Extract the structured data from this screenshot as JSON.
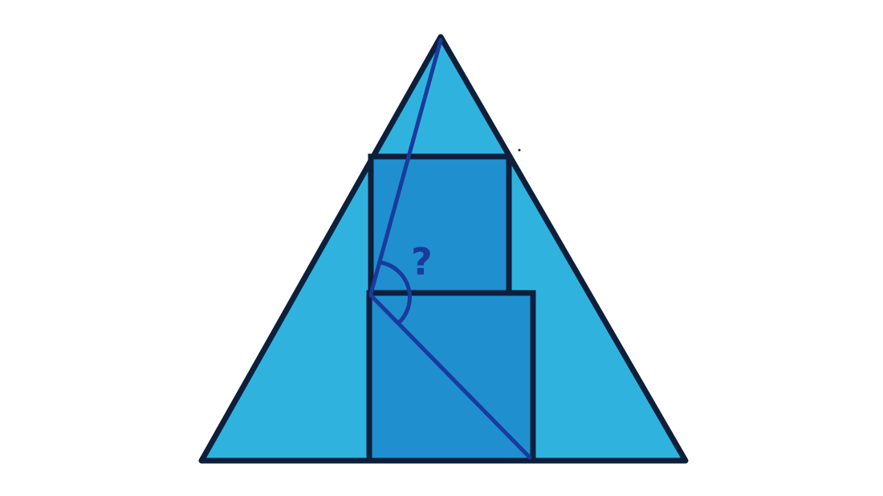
{
  "diagram": {
    "angle_label": "?",
    "colors": {
      "background": "#ffffff",
      "triangle_fill": "#2fb3de",
      "square_fill": "#1f8fd0",
      "outline": "#0d1f3a",
      "construction_line": "#1a3a9c"
    },
    "shapes": [
      "equilateral-triangle",
      "upper-square",
      "lower-square"
    ],
    "lines": [
      "apex-to-square-corner-line",
      "lower-square-diagonal"
    ],
    "marks": [
      "angle-arc"
    ]
  }
}
